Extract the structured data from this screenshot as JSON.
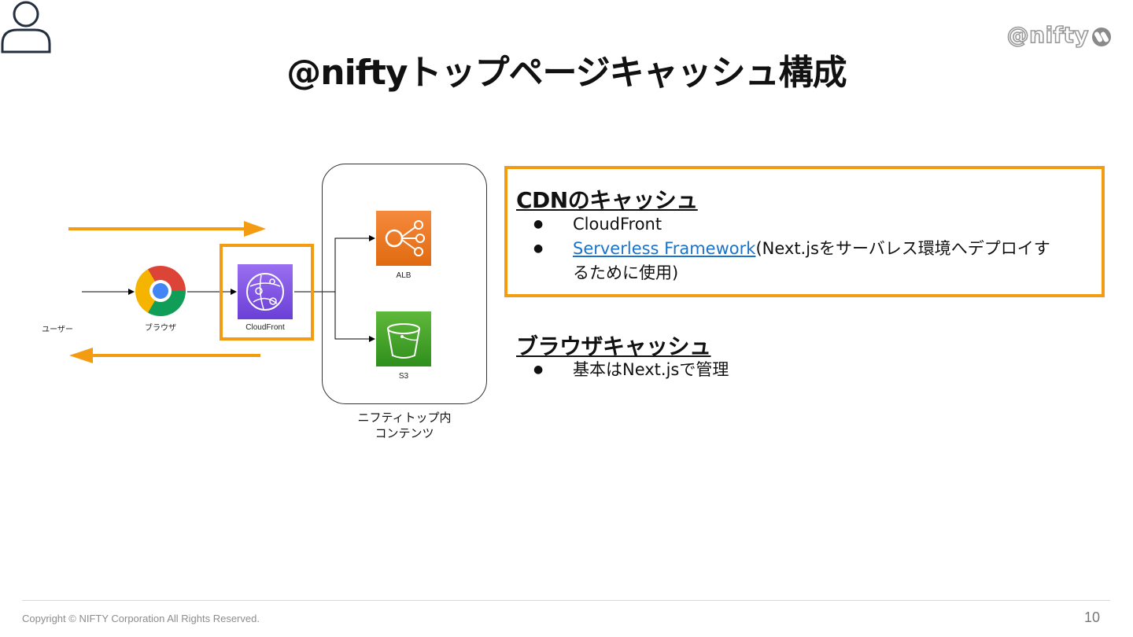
{
  "logo": {
    "text": "@nifty"
  },
  "title": "@niftyトップページキャッシュ構成",
  "diagram": {
    "user_label": "ユーザー",
    "browser_label": "ブラウザ",
    "cloudfront_label": "CloudFront",
    "alb_label": "ALB",
    "s3_label": "S3",
    "group_label_line1": "ニフティトップ内",
    "group_label_line2": "コンテンツ"
  },
  "cdn_section": {
    "heading": "CDNのキャッシュ",
    "items": [
      {
        "text": "CloudFront"
      },
      {
        "link": "Serverless Framework",
        "text": "(Next.jsをサーバレス環境へデプロイす",
        "text2": "るために使用)"
      }
    ]
  },
  "browser_section": {
    "heading": "ブラウザキャッシュ",
    "items": [
      {
        "text": "基本はNext.jsで管理"
      }
    ]
  },
  "footer": {
    "copyright": "Copyright © NIFTY Corporation All Rights Reserved.",
    "page_number": "10"
  },
  "colors": {
    "accent": "#f39c12",
    "link": "#1a73c8",
    "alb": "#e8751a",
    "s3": "#3f9f2a",
    "cloudfront": "#7b4fe0"
  }
}
